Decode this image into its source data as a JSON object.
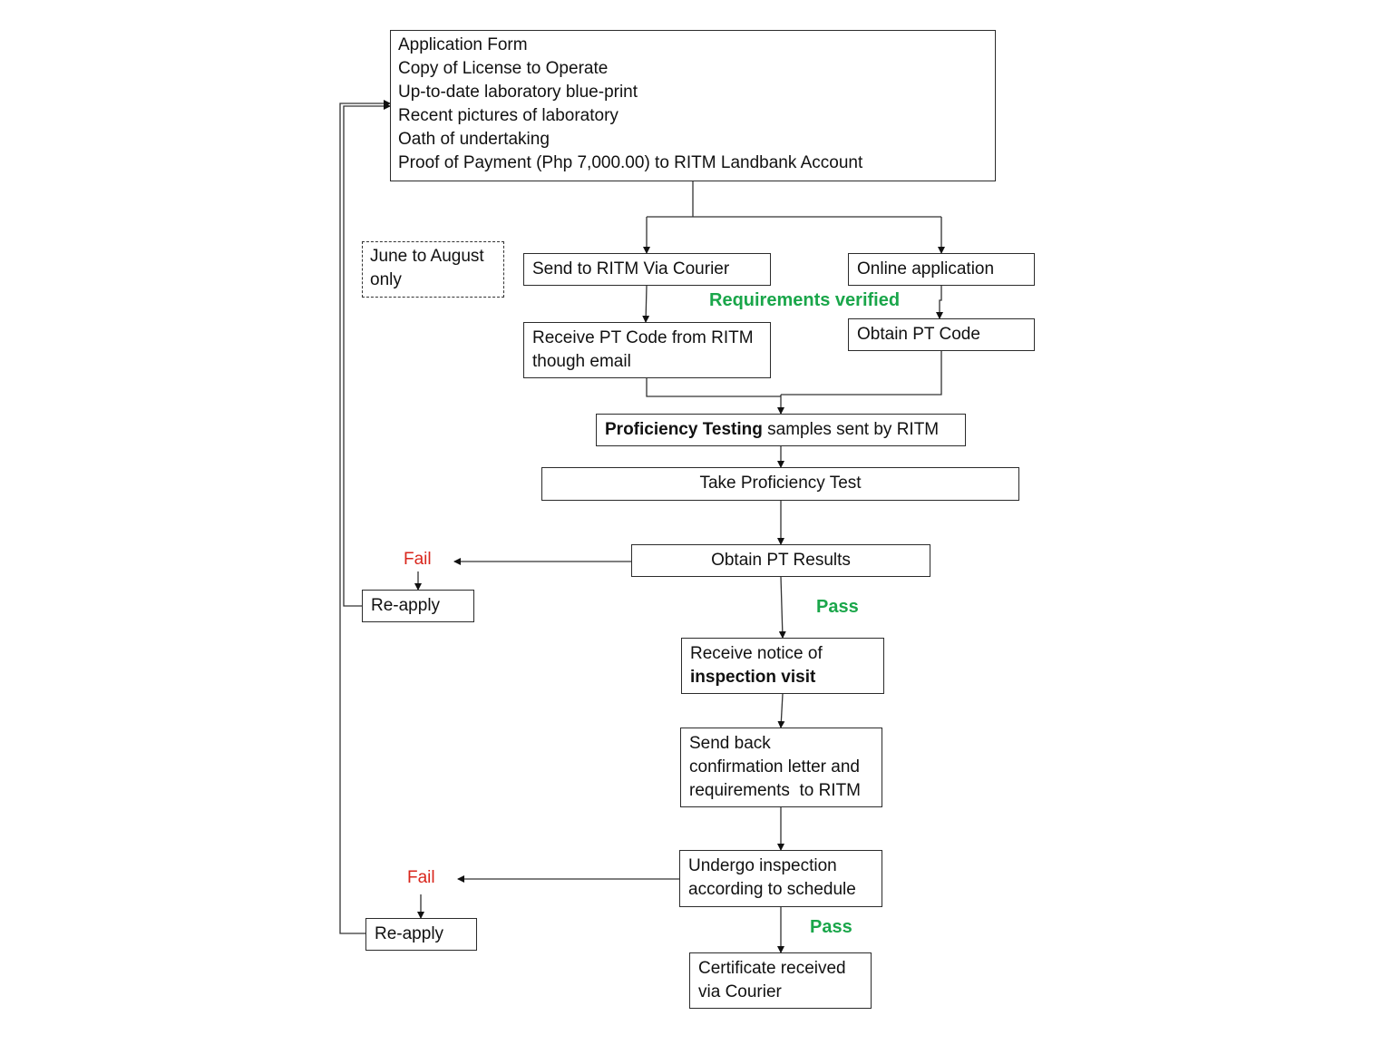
{
  "requirements_box": {
    "lines": [
      "Application Form",
      "Copy of License to Operate",
      "Up-to-date laboratory blue-print",
      "Recent pictures of laboratory",
      "Oath of undertaking",
      "Proof of Payment (Php 7,000.00)  to RITM Landbank Account"
    ]
  },
  "note": {
    "line1": "June to August",
    "line2": "only"
  },
  "courier_box": {
    "label": "Send to RITM Via Courier"
  },
  "online_box": {
    "label": "Online application"
  },
  "requirements_verified": "Requirements verified",
  "receive_code_box": {
    "line1": "Receive PT Code from RITM",
    "line2": "though email"
  },
  "obtain_code_box": {
    "label": "Obtain PT Code"
  },
  "samples_box": {
    "bold": "Proficiency Testing",
    "rest": " samples sent by RITM"
  },
  "take_test_box": {
    "label": "Take Proficiency Test"
  },
  "results_box": {
    "label": "Obtain PT Results"
  },
  "fail_1": "Fail",
  "reapply_1": {
    "label": "Re-apply"
  },
  "pass_1": "Pass",
  "notice_box": {
    "line1": "Receive notice of",
    "line2": "inspection visit"
  },
  "confirm_box": {
    "line1": "Send back",
    "line2": "confirmation letter and",
    "line3": "requirements  to RITM"
  },
  "inspection_box": {
    "line1": "Undergo inspection",
    "line2": "according to schedule"
  },
  "fail_2": "Fail",
  "reapply_2": {
    "label": "Re-apply"
  },
  "pass_2": "Pass",
  "certificate_box": {
    "line1": "Certificate received",
    "line2": "via Courier"
  }
}
